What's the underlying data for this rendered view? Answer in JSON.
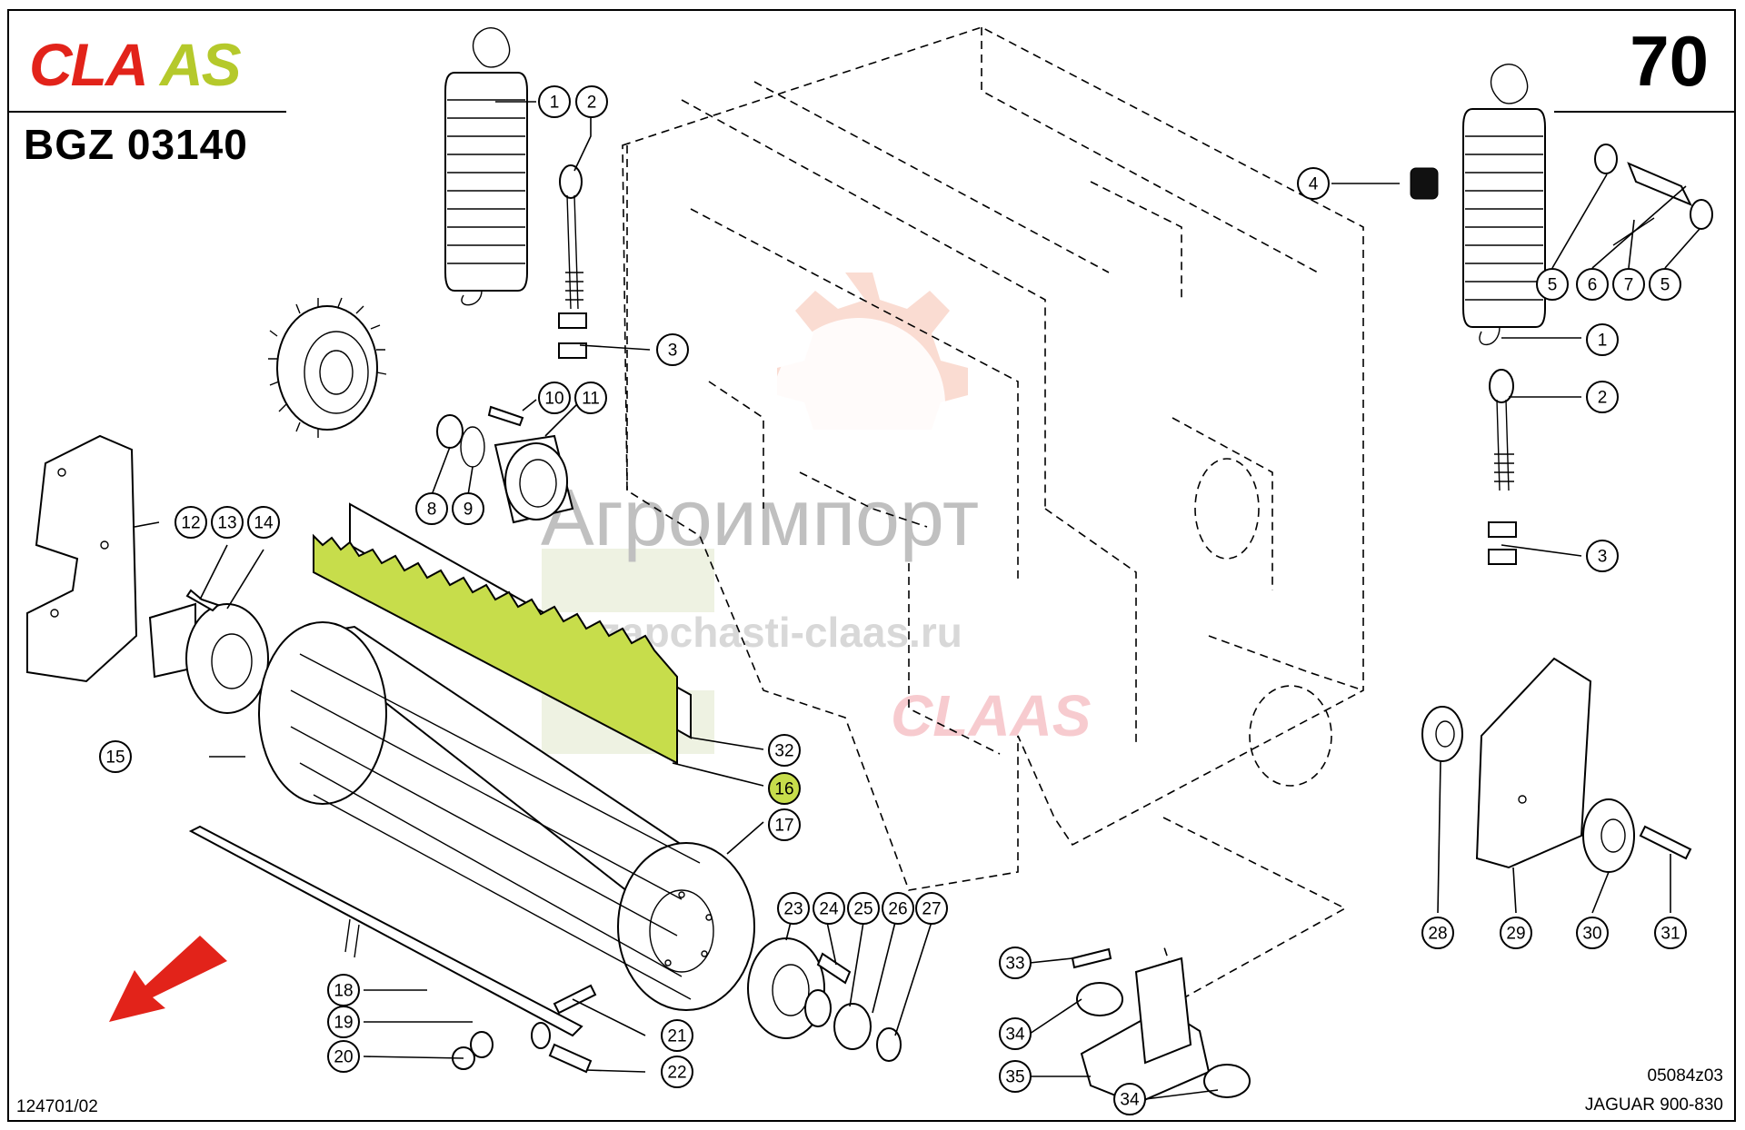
{
  "header": {
    "brand": "CLAAS",
    "doc_code": "BGZ 03140",
    "page_number": "70"
  },
  "footer": {
    "left_code": "124701/02",
    "drawing_code": "05084z03",
    "model": "JAGUAR 900-830"
  },
  "watermark": {
    "company": "Агроимпорт",
    "url": "zapchasti-claas.ru",
    "brand": "CLAAS"
  },
  "colors": {
    "brand_red": "#e2231a",
    "brand_green": "#b5c92b",
    "highlight": "#c7dd4b",
    "arrow": "#e2231a"
  },
  "callouts": [
    {
      "label": "1"
    },
    {
      "label": "2"
    },
    {
      "label": "3"
    },
    {
      "label": "4"
    },
    {
      "label": "5"
    },
    {
      "label": "6"
    },
    {
      "label": "7"
    },
    {
      "label": "5"
    },
    {
      "label": "1"
    },
    {
      "label": "2"
    },
    {
      "label": "3"
    },
    {
      "label": "10"
    },
    {
      "label": "11"
    },
    {
      "label": "8"
    },
    {
      "label": "9"
    },
    {
      "label": "12"
    },
    {
      "label": "13"
    },
    {
      "label": "14"
    },
    {
      "label": "15"
    },
    {
      "label": "32"
    },
    {
      "label": "16",
      "highlighted": true
    },
    {
      "label": "17"
    },
    {
      "label": "18"
    },
    {
      "label": "19"
    },
    {
      "label": "20"
    },
    {
      "label": "21"
    },
    {
      "label": "22"
    },
    {
      "label": "23"
    },
    {
      "label": "24"
    },
    {
      "label": "25"
    },
    {
      "label": "26"
    },
    {
      "label": "27"
    },
    {
      "label": "28"
    },
    {
      "label": "29"
    },
    {
      "label": "30"
    },
    {
      "label": "31"
    },
    {
      "label": "33"
    },
    {
      "label": "34"
    },
    {
      "label": "35"
    },
    {
      "label": "34"
    }
  ],
  "icons": {
    "direction_arrow": "arrow-down-left-icon",
    "watermark_gear": "gear-icon"
  }
}
